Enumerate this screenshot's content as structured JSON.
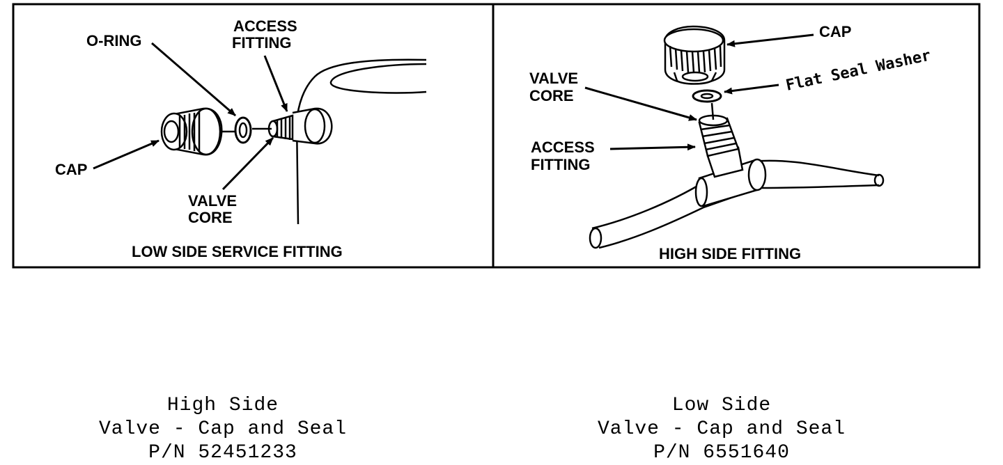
{
  "low_side_panel": {
    "title": "LOW SIDE SERVICE FITTING",
    "labels": {
      "o_ring": "O-RING",
      "access_line1": "ACCESS",
      "access_line2": "FITTING",
      "cap": "CAP",
      "valve_line1": "VALVE",
      "valve_line2": "CORE"
    }
  },
  "high_side_panel": {
    "title": "HIGH SIDE FITTING",
    "labels": {
      "cap": "CAP",
      "flat_seal_washer": "Flat Seal Washer",
      "valve_line1": "VALVE",
      "valve_line2": "CORE",
      "access_line1": "ACCESS",
      "access_line2": "FITTING"
    }
  },
  "captions": {
    "left": {
      "line1": "High Side",
      "line2": "Valve - Cap and Seal",
      "line3": "P/N 52451233"
    },
    "right": {
      "line1": "Low Side",
      "line2": "Valve - Cap and Seal",
      "line3": "P/N 6551640"
    }
  }
}
